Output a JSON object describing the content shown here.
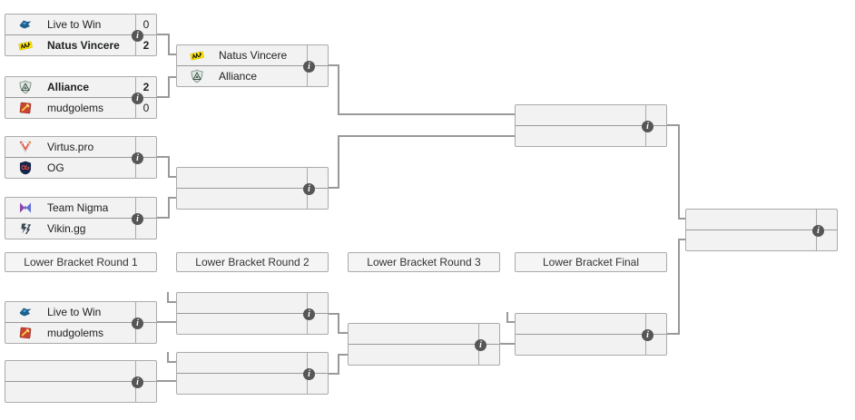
{
  "glyphs": {
    "info": "i"
  },
  "colors": {
    "background": "#ffffff",
    "box_fill": "#f2f2f2",
    "box_border": "#aaaaaa",
    "row_divider": "#999999",
    "connector": "#999999",
    "info_icon_bg": "#565656",
    "info_icon_fg": "#ffffff",
    "text": "#202122",
    "navi_yellow": "#ffe600",
    "mudgolems_red": "#cb4335",
    "alliance_green": "#3d5247",
    "nigma_purple": "#8e44ad",
    "nigma_blue": "#5b6fd6",
    "og_navy": "#13274f",
    "vp_orange": "#e74c3c",
    "ltw_blue": "#1f618d"
  },
  "round_labels": [
    "Lower Bracket Round 1",
    "Lower Bracket Round 2",
    "Lower Bracket Round 3",
    "Lower Bracket Final"
  ],
  "matches": {
    "ub_r1_m1": {
      "top": {
        "name": "Live to Win",
        "score": "0"
      },
      "bottom": {
        "name": "Natus Vincere",
        "score": "2"
      }
    },
    "ub_r1_m2": {
      "top": {
        "name": "Alliance",
        "score": "2"
      },
      "bottom": {
        "name": "mudgolems",
        "score": "0"
      }
    },
    "ub_r1_m3": {
      "top": {
        "name": "Virtus.pro",
        "score": ""
      },
      "bottom": {
        "name": "OG",
        "score": ""
      }
    },
    "ub_r1_m4": {
      "top": {
        "name": "Team Nigma",
        "score": ""
      },
      "bottom": {
        "name": "Vikin.gg",
        "score": ""
      }
    },
    "ub_r2_m1": {
      "top": {
        "name": "Natus Vincere",
        "score": ""
      },
      "bottom": {
        "name": "Alliance",
        "score": ""
      }
    },
    "ub_r2_m2": {
      "top": {
        "name": "",
        "score": ""
      },
      "bottom": {
        "name": "",
        "score": ""
      }
    },
    "ub_final": {
      "top": {
        "name": "",
        "score": ""
      },
      "bottom": {
        "name": "",
        "score": ""
      }
    },
    "grand_final": {
      "top": {
        "name": "",
        "score": ""
      },
      "bottom": {
        "name": "",
        "score": ""
      }
    },
    "lb_r1_m1": {
      "top": {
        "name": "Live to Win",
        "score": ""
      },
      "bottom": {
        "name": "mudgolems",
        "score": ""
      }
    },
    "lb_r1_m2": {
      "top": {
        "name": "",
        "score": ""
      },
      "bottom": {
        "name": "",
        "score": ""
      }
    },
    "lb_r2_m1": {
      "top": {
        "name": "",
        "score": ""
      },
      "bottom": {
        "name": "",
        "score": ""
      }
    },
    "lb_r2_m2": {
      "top": {
        "name": "",
        "score": ""
      },
      "bottom": {
        "name": "",
        "score": ""
      }
    },
    "lb_r3_m1": {
      "top": {
        "name": "",
        "score": ""
      },
      "bottom": {
        "name": "",
        "score": ""
      }
    },
    "lb_final": {
      "top": {
        "name": "",
        "score": ""
      },
      "bottom": {
        "name": "",
        "score": ""
      }
    }
  }
}
